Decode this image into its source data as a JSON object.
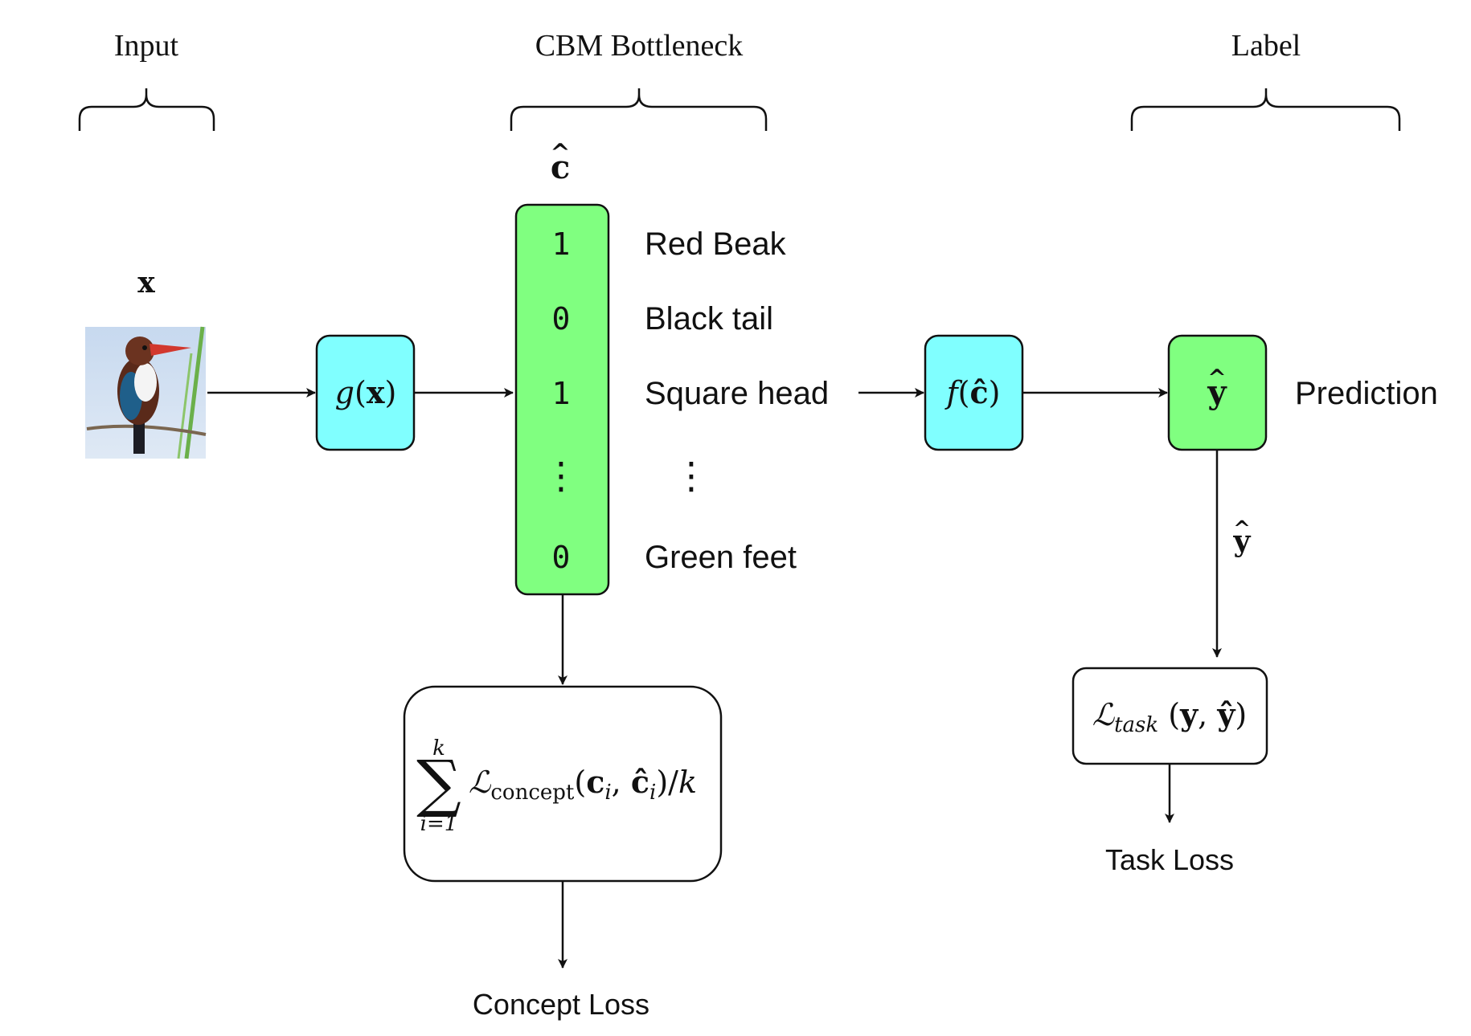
{
  "headers": {
    "input": "Input",
    "bottleneck": "CBM Bottleneck",
    "label": "Label"
  },
  "input": {
    "symbol": "x",
    "image_description": "bird-photo"
  },
  "encoder": {
    "func": "g",
    "arg": "x"
  },
  "concepts": {
    "symbol": "c",
    "values": [
      "1",
      "0",
      "1",
      "⋮",
      "0"
    ],
    "names": [
      "Red Beak",
      "Black tail",
      "Square head",
      "⋮",
      "Green feet"
    ]
  },
  "predictor": {
    "func": "f",
    "arg": "ĉ"
  },
  "prediction": {
    "symbol": "y",
    "label": "Prediction",
    "edge_symbol": "y"
  },
  "concept_loss": {
    "sum_top": "k",
    "sum_bottom": "i=1",
    "fn_sub": "concept",
    "divisor": "k",
    "caption": "Concept Loss"
  },
  "task_loss": {
    "fn_sub": "task",
    "caption": "Task Loss"
  },
  "colors": {
    "cyan_box": "#80ffff",
    "green_box": "#80ff80",
    "stroke": "#111111"
  }
}
